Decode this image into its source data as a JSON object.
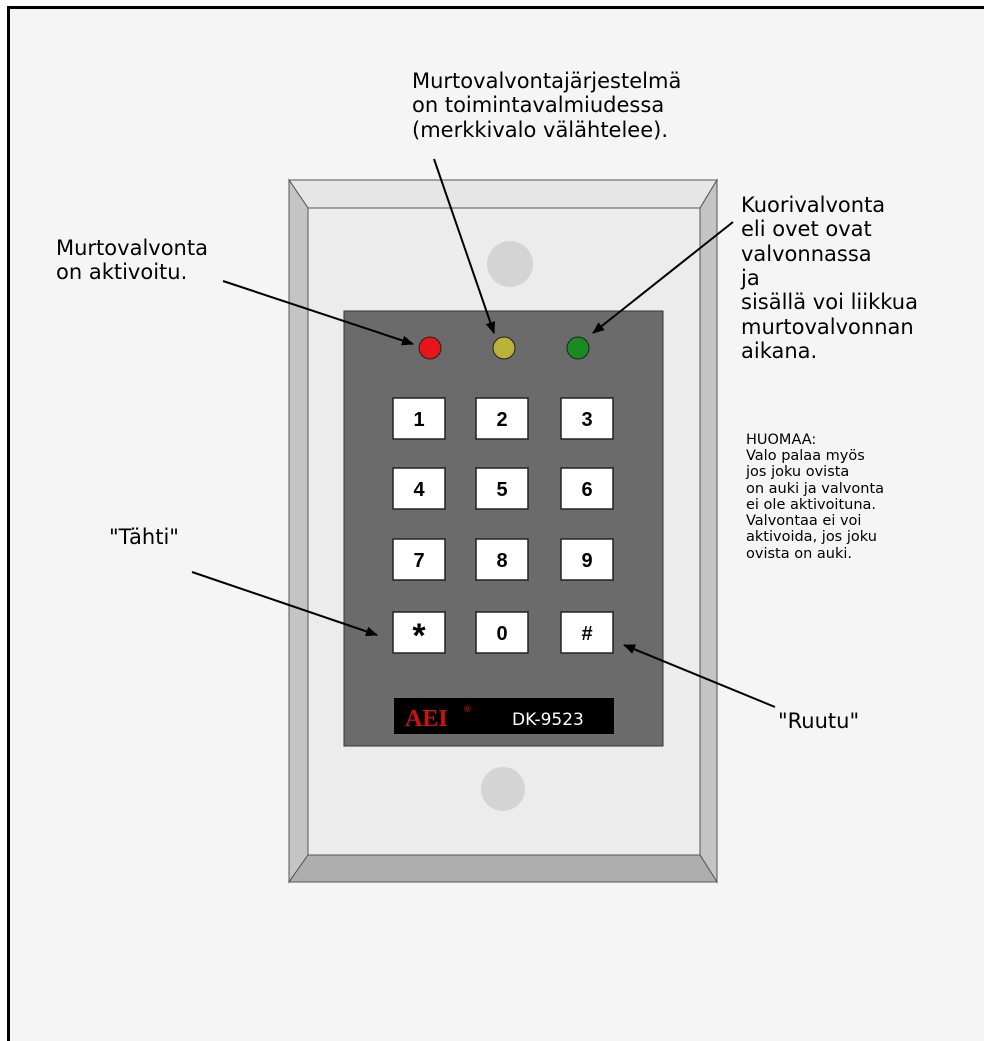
{
  "device": {
    "brand": "AEI",
    "brand_mark": "®",
    "model": "DK-9523"
  },
  "leds": [
    {
      "name": "red",
      "color": "#e8141a"
    },
    {
      "name": "yellow",
      "color": "#b8b23a"
    },
    {
      "name": "green",
      "color": "#1a8a22"
    }
  ],
  "keys": [
    "1",
    "2",
    "3",
    "4",
    "5",
    "6",
    "7",
    "8",
    "9",
    "*",
    "0",
    "#"
  ],
  "annotations": {
    "armed_line1": "Murtovalvontajärjestelmä",
    "armed_line2": "on toimintavalmiudessa",
    "armed_line3": "(merkkivalo välähtelee).",
    "intrusion_line1": "Murtovalvonta",
    "intrusion_line2": "on aktivoitu.",
    "shell_line1": "Kuorivalvonta",
    "shell_line2": "eli ovet ovat",
    "shell_line3": "valvonnassa",
    "shell_line4": "ja",
    "shell_line5": "sisällä voi liikkua",
    "shell_line6": "murtovalvonnan",
    "shell_line7": "aikana.",
    "note_line1": "HUOMAA:",
    "note_line2": "Valo palaa myös",
    "note_line3": "jos joku ovista",
    "note_line4": "on auki ja valvonta",
    "note_line5": "ei ole aktivoituna.",
    "note_line6": "Valvontaa ei voi",
    "note_line7": "aktivoida, jos joku",
    "note_line8": "ovista on auki.",
    "star": "\"Tähti\"",
    "hash": "\"Ruutu\""
  },
  "colors": {
    "background": "#f5f5f5",
    "plate_outer": "#cfcfcf",
    "plate_inner": "#ececec",
    "keypad": "#6b6b6b",
    "key": "#ffffff",
    "brand_red": "#d01010",
    "brand_bar": "#000000"
  }
}
